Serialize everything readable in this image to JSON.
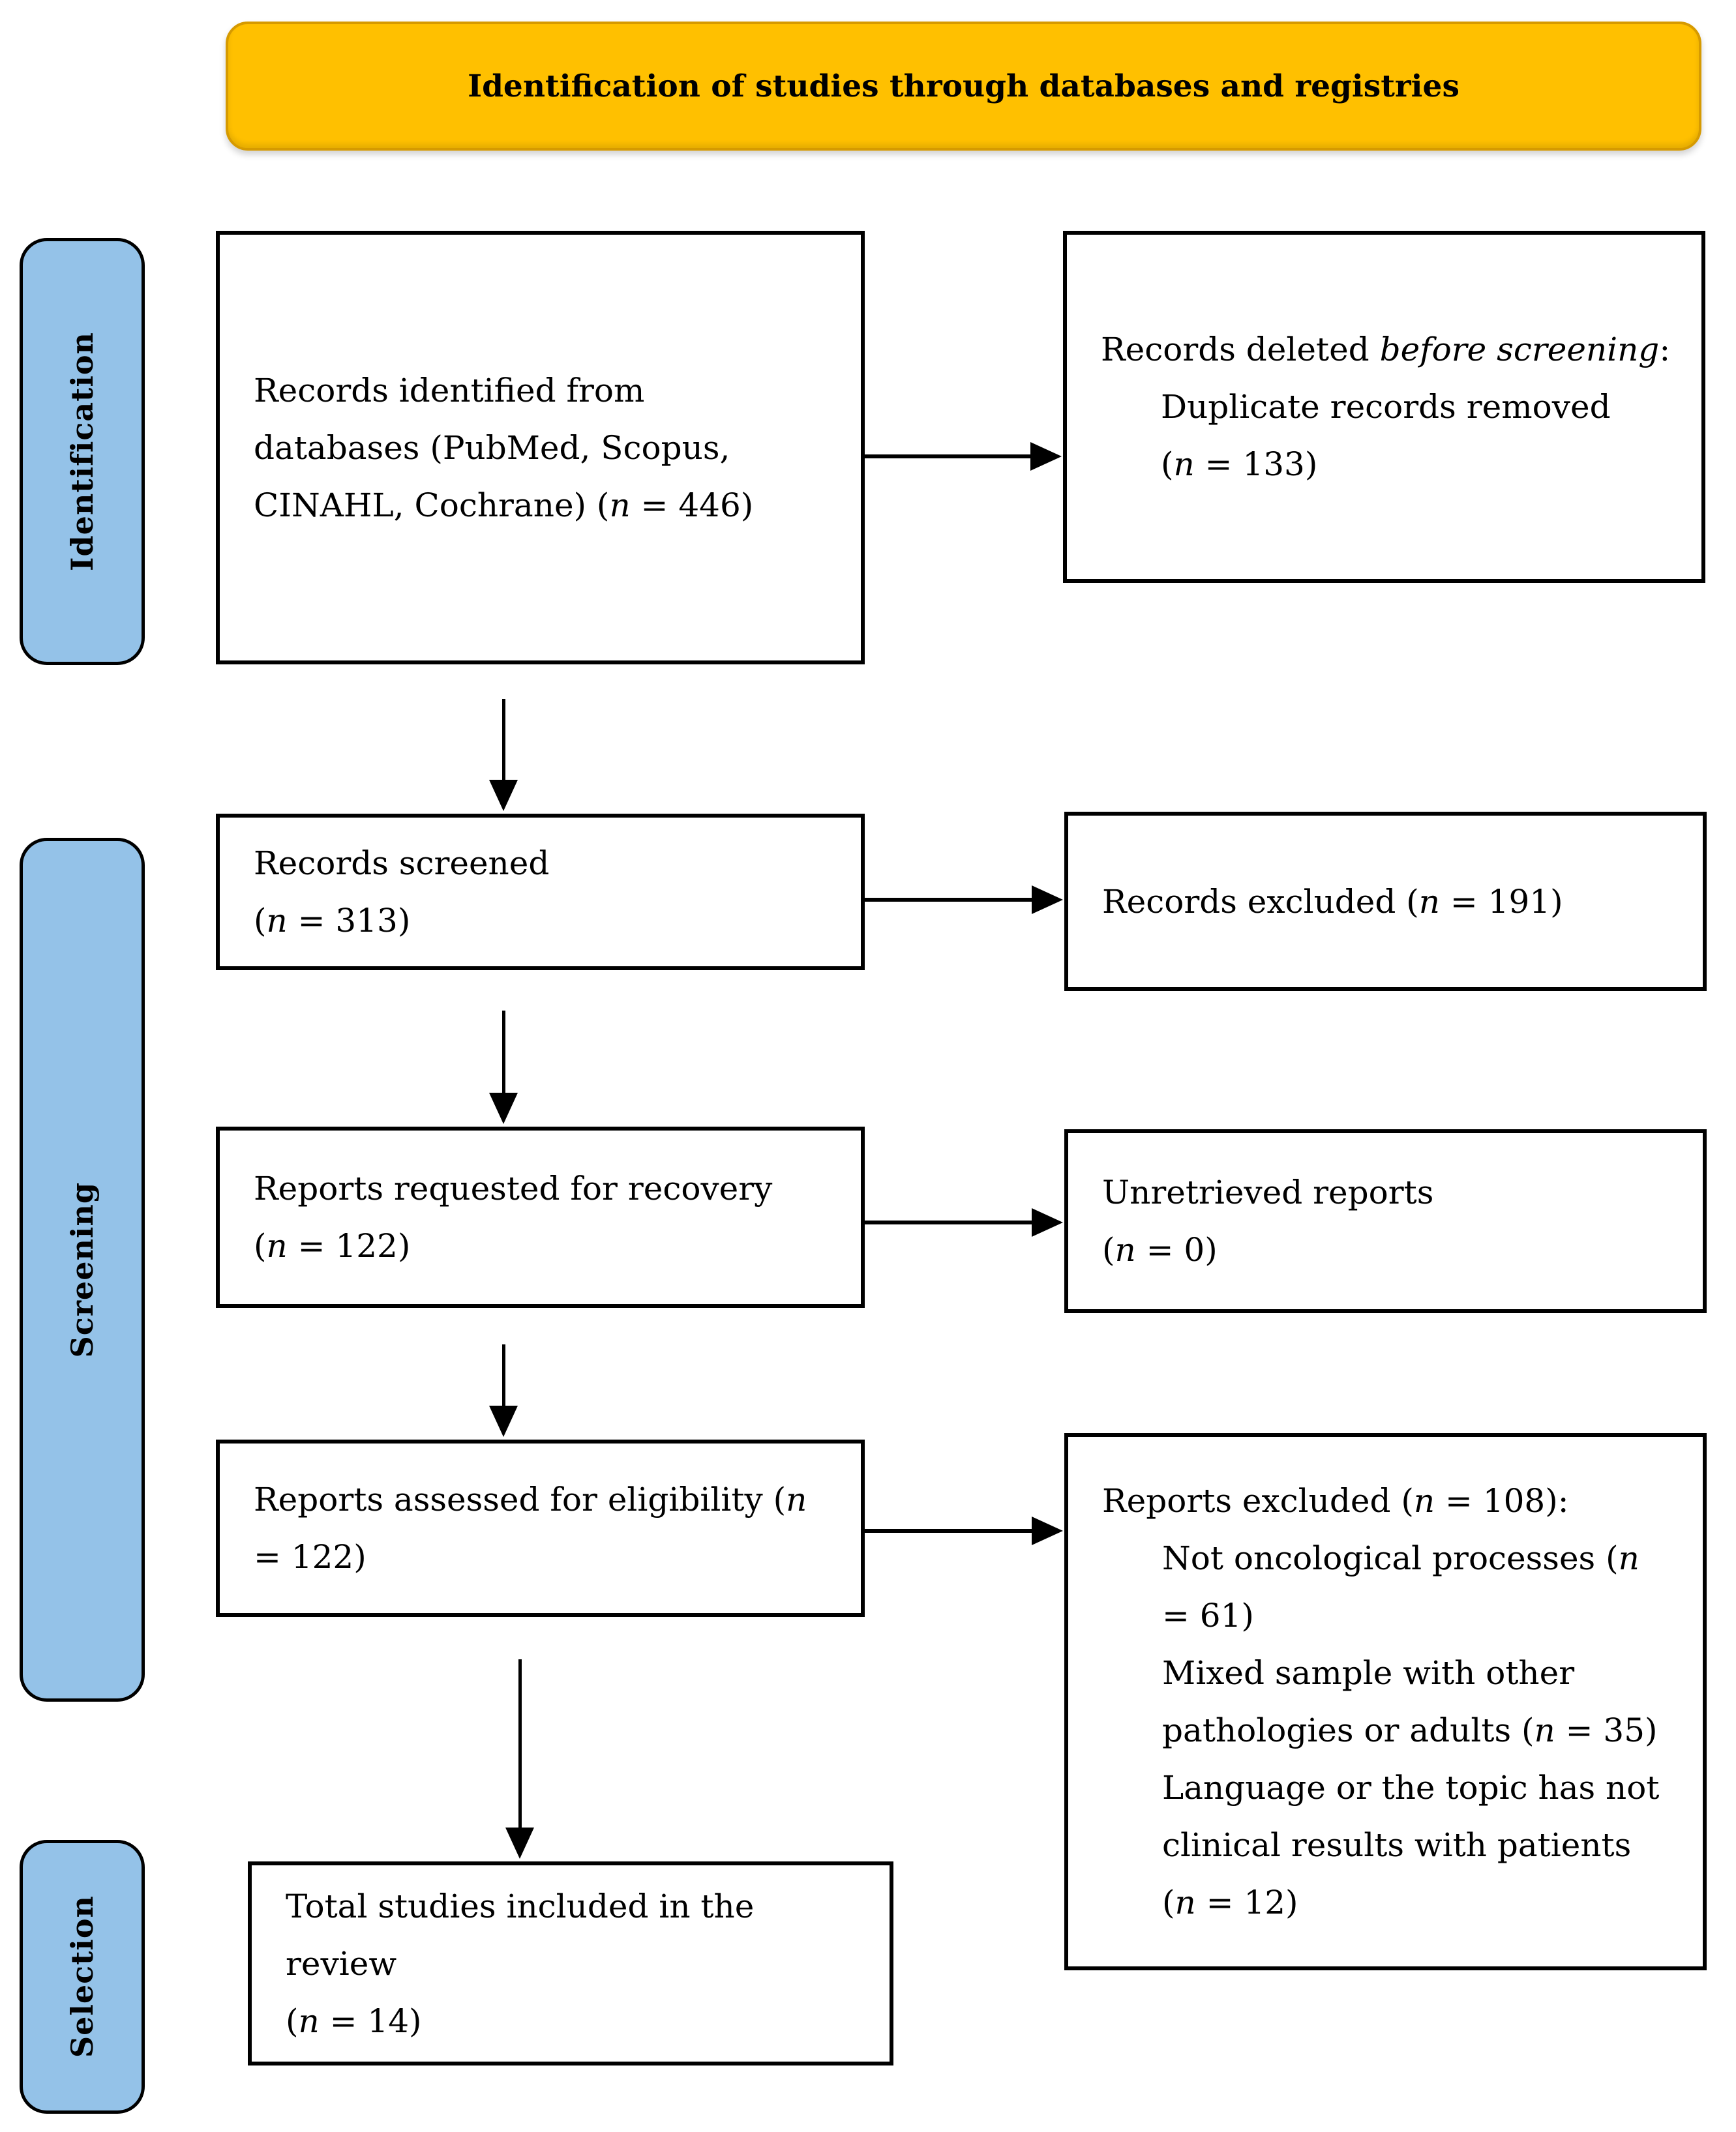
{
  "title": "Identification of studies through databases and registries",
  "stages": [
    {
      "label": "Identification"
    },
    {
      "label": "Screening"
    },
    {
      "label": "Selection"
    }
  ],
  "boxes": {
    "records_identified": {
      "lines": [
        {
          "segments": [
            {
              "t": "Records identified from"
            }
          ]
        },
        {
          "segments": [
            {
              "t": "databases (PubMed, Scopus,"
            }
          ]
        },
        {
          "segments": [
            {
              "t": "CINAHL, Cochrane) ("
            },
            {
              "t": "n",
              "i": true
            },
            {
              "t": " = 446)"
            }
          ]
        }
      ]
    },
    "records_deleted": {
      "lines": [
        {
          "segments": [
            {
              "t": "Records deleted "
            },
            {
              "t": "before screening",
              "i": true
            },
            {
              "t": ":"
            }
          ]
        },
        {
          "indent": true,
          "segments": [
            {
              "t": "Duplicate records removed"
            }
          ]
        },
        {
          "indent": true,
          "segments": [
            {
              "t": "("
            },
            {
              "t": "n",
              "i": true
            },
            {
              "t": " = 133)"
            }
          ]
        }
      ]
    },
    "records_screened": {
      "lines": [
        {
          "segments": [
            {
              "t": "Records screened"
            }
          ]
        },
        {
          "segments": [
            {
              "t": "("
            },
            {
              "t": "n",
              "i": true
            },
            {
              "t": " = 313)"
            }
          ]
        }
      ]
    },
    "records_excluded": {
      "lines": [
        {
          "segments": [
            {
              "t": "Records excluded ("
            },
            {
              "t": "n",
              "i": true
            },
            {
              "t": " = 191)"
            }
          ]
        }
      ]
    },
    "reports_requested": {
      "lines": [
        {
          "segments": [
            {
              "t": "Reports requested for recovery"
            }
          ]
        },
        {
          "segments": [
            {
              "t": "("
            },
            {
              "t": "n",
              "i": true
            },
            {
              "t": " = 122)"
            }
          ]
        }
      ]
    },
    "unretrieved_reports": {
      "lines": [
        {
          "segments": [
            {
              "t": "Unretrieved reports"
            }
          ]
        },
        {
          "segments": [
            {
              "t": "("
            },
            {
              "t": "n",
              "i": true
            },
            {
              "t": " = 0)"
            }
          ]
        }
      ]
    },
    "reports_assessed": {
      "lines": [
        {
          "segments": [
            {
              "t": "Reports assessed for eligibility ("
            },
            {
              "t": "n",
              "i": true
            }
          ]
        },
        {
          "segments": [
            {
              "t": "= 122)"
            }
          ]
        }
      ]
    },
    "reports_excluded": {
      "lines": [
        {
          "segments": [
            {
              "t": "Reports excluded ("
            },
            {
              "t": "n",
              "i": true
            },
            {
              "t": " = 108):"
            }
          ]
        },
        {
          "indent": true,
          "segments": [
            {
              "t": "Not oncological processes ("
            },
            {
              "t": "n",
              "i": true
            }
          ]
        },
        {
          "indent": true,
          "segments": [
            {
              "t": "= 61)"
            }
          ]
        },
        {
          "indent": true,
          "segments": [
            {
              "t": "Mixed sample with other"
            }
          ]
        },
        {
          "indent": true,
          "segments": [
            {
              "t": "pathologies or adults ("
            },
            {
              "t": "n",
              "i": true
            },
            {
              "t": " = 35)"
            }
          ]
        },
        {
          "indent": true,
          "segments": [
            {
              "t": "Language or the topic has not"
            }
          ]
        },
        {
          "indent": true,
          "segments": [
            {
              "t": "clinical results with patients"
            }
          ]
        },
        {
          "indent": true,
          "segments": [
            {
              "t": "("
            },
            {
              "t": "n",
              "i": true
            },
            {
              "t": " = 12)"
            }
          ]
        }
      ]
    },
    "total_included": {
      "lines": [
        {
          "segments": [
            {
              "t": "Total studies included in the"
            }
          ]
        },
        {
          "segments": [
            {
              "t": "review"
            }
          ]
        },
        {
          "segments": [
            {
              "t": "("
            },
            {
              "t": "n",
              "i": true
            },
            {
              "t": " = 14)"
            }
          ]
        }
      ]
    }
  },
  "colors": {
    "banner_fill": "#FFC000",
    "banner_border": "#D69A00",
    "stage_fill": "#94C2E8",
    "box_border": "#000000",
    "arrow": "#000000"
  }
}
